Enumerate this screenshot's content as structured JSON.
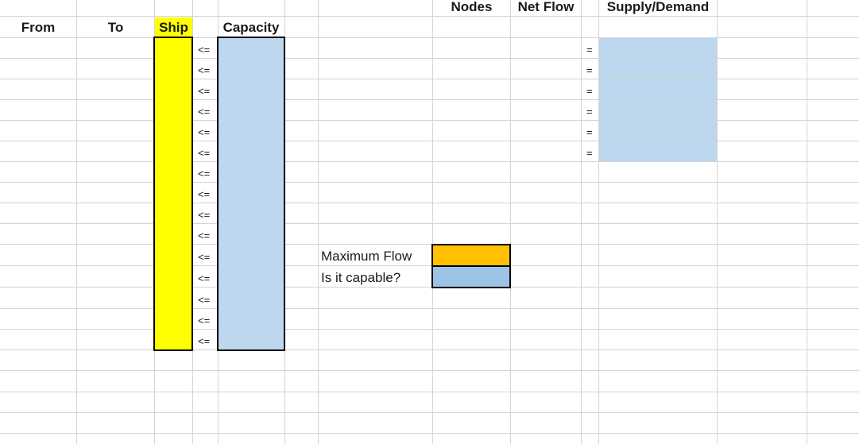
{
  "headers": {
    "from": "From",
    "to": "To",
    "ship": "Ship",
    "capacity": "Capacity",
    "nodes": "Nodes",
    "net_flow": "Net Flow",
    "supply_demand": "Supply/Demand"
  },
  "capacity_operator": "<=",
  "capacity_constraint_rows": 15,
  "balance_operator": "=",
  "balance_constraint_rows": 6,
  "results": {
    "maximum_flow_label": "Maximum Flow",
    "capable_label": "Is it capable?"
  },
  "colors": {
    "gridline": "#d4d4d4",
    "ship_fill": "#ffff00",
    "input_fill": "#bdd7ee",
    "maximum_flow_fill": "#ffc000",
    "capable_fill": "#9dc3e6",
    "border": "#000000"
  }
}
